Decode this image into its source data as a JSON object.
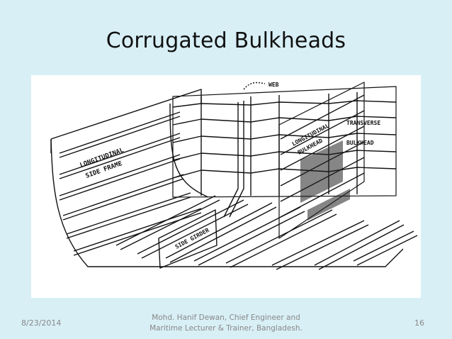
{
  "slide": {
    "title": "Corrugated Bulkheads",
    "date": "8/23/2014",
    "author_line1": "Mohd. Hanif Dewan, Chief Engineer and",
    "author_line2": "Maritime Lecturer & Trainer, Bangladesh.",
    "page_number": "16"
  },
  "diagram": {
    "labels": {
      "web": "WEB",
      "transverse": "TRANSVERSE",
      "bulkhead": "BULKHEAD",
      "longitudinal_bulkhead_1": "LONGITUDINAL",
      "longitudinal_bulkhead_2": "BULKHEAD",
      "side_frame_1": "LONGITUDINAL",
      "side_frame_2": "SIDE FRAME",
      "side_girder": "SIDE GIRDER"
    }
  }
}
